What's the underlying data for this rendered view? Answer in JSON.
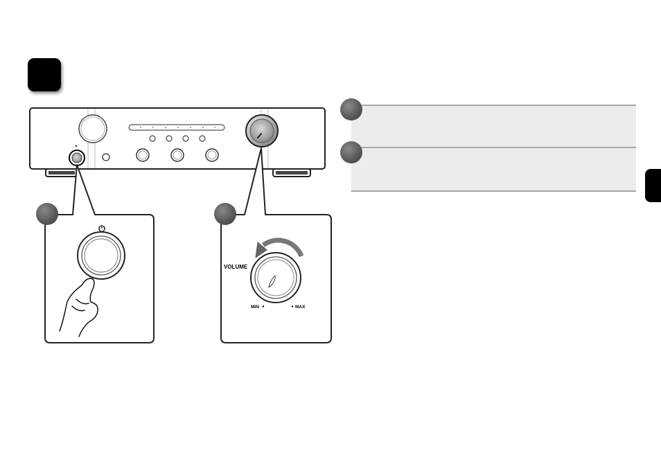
{
  "diagram": {
    "volume_label": "VOLUME",
    "min_label": "MIN",
    "max_label": "MAX",
    "power_symbol": "⏻",
    "instructions": [
      {
        "label": ""
      },
      {
        "label": ""
      }
    ]
  }
}
